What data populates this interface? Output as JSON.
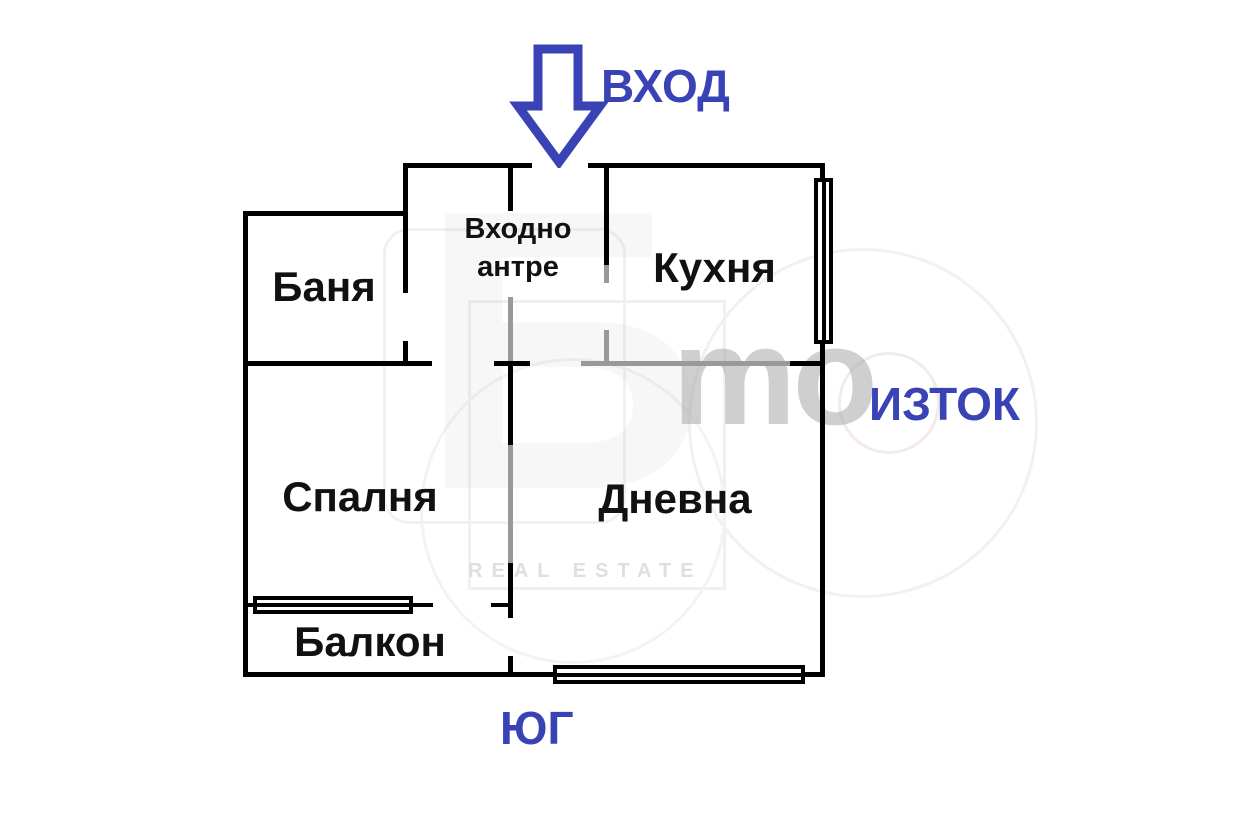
{
  "rooms": {
    "entry_hall_line1": "Входно",
    "entry_hall_line2": "антре",
    "bathroom": "Баня",
    "kitchen": "Кухня",
    "bedroom": "Спалня",
    "living_room": "Дневна",
    "balcony": "Балкон"
  },
  "compass": {
    "entrance": "ВХОД",
    "east": "ИЗТОК",
    "south": "ЮГ"
  },
  "watermark": {
    "logo_letters": "mo",
    "big_letter": "Б",
    "tagline": "REAL ESTATE"
  },
  "colors": {
    "accent_blue": "#3a43b5",
    "wall_black": "#000000",
    "wall_faded_gray": "#999999"
  }
}
